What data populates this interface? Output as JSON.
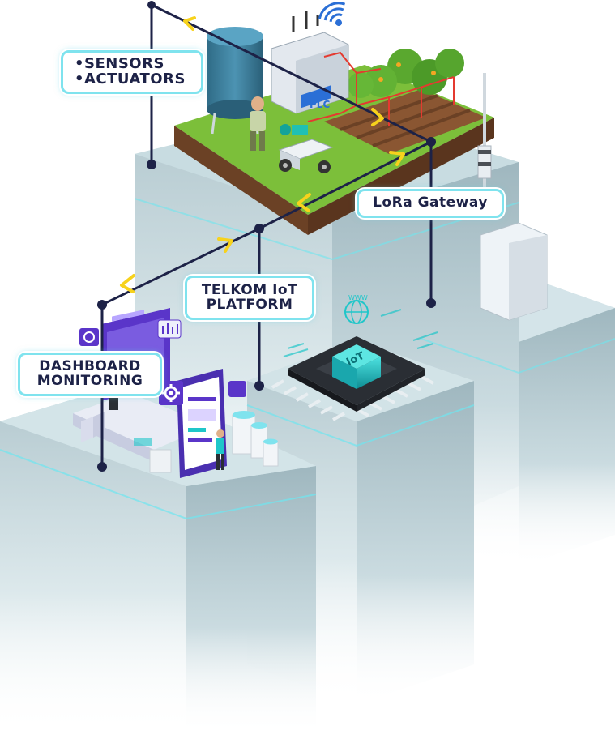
{
  "labels": {
    "sensors_line1": "•SENSORS",
    "sensors_line2": "•ACTUATORS",
    "lora": "LoRa Gateway",
    "telkom_line1": "TELKOM IoT",
    "telkom_line2": "PLATFORM",
    "dash_line1": "DASHBOARD",
    "dash_line2": "MONITORING",
    "plc_text": "PLC",
    "iot_text": "IoT",
    "www_text": "WWW"
  },
  "colors": {
    "connector": "#1d2247",
    "arrow": "#f7d21c",
    "label_border": "#7fe3ee",
    "pillar_top": "#cfe3e7",
    "grass": "#7cbf3a",
    "soil": "#6b4125",
    "chip": "#2a2e34",
    "teal": "#1fc6c9",
    "purple": "#5a35c9",
    "tank": "#3d7f9c"
  },
  "icons": [
    "wifi-icon",
    "antenna-tower-icon",
    "gear-icon",
    "chip-icon"
  ]
}
